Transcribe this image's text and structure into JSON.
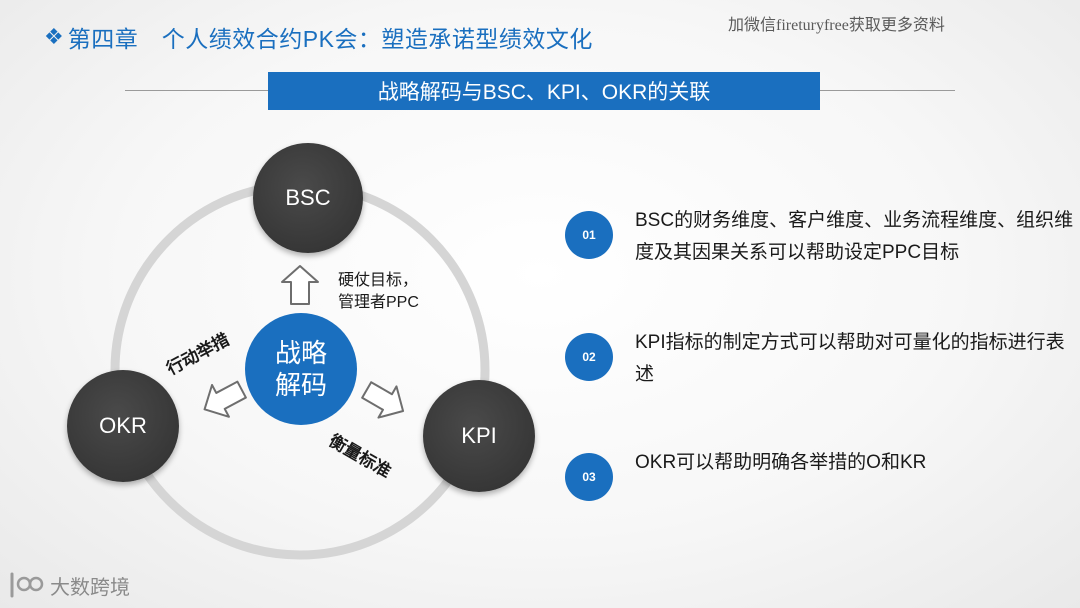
{
  "header": {
    "bullet_icon": "❖",
    "title": "第四章　个人绩效合约PK会：塑造承诺型绩效文化",
    "watermark": "加微信fireturyfree获取更多资料"
  },
  "banner": {
    "title": "战略解码与BSC、KPI、OKR的关联"
  },
  "diagram": {
    "center": "战略\n解码",
    "nodes": {
      "top": "BSC",
      "left": "OKR",
      "right": "KPI"
    },
    "labels": {
      "top_line1": "硬仗目标，",
      "top_line2": "管理者PPC",
      "left": "行动举措",
      "right": "衡量标准"
    }
  },
  "items": [
    {
      "number": "01",
      "text": "BSC的财务维度、客户维度、业务流程维度、组织维度及其因果关系可以帮助设定PPC目标"
    },
    {
      "number": "02",
      "text": "KPI指标的制定方式可以帮助对可量化的指标进行表述"
    },
    {
      "number": "03",
      "text": "OKR可以帮助明确各举措的O和KR"
    }
  ],
  "footer": {
    "logo_text": "大数跨境"
  },
  "colors": {
    "accent": "#1a6fbf",
    "node_dark": "#3a3a3a"
  }
}
